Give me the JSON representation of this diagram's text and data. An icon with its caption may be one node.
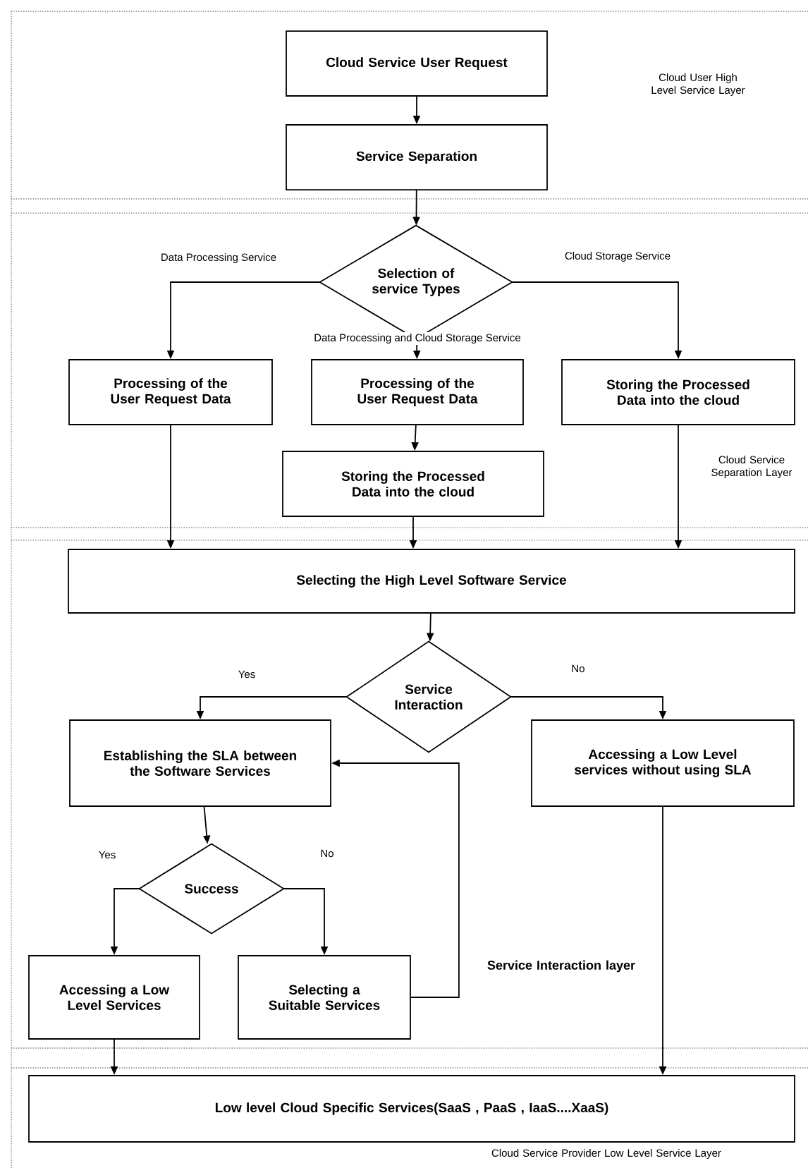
{
  "diagram": {
    "nodes": [
      {
        "text": [
          "Cloud Service User Request"
        ]
      },
      {
        "text": [
          "Service Separation"
        ]
      },
      {
        "text": [
          "Selection of service Types"
        ]
      },
      {
        "text": [
          "Processing of the User Request Data"
        ]
      },
      {
        "text": [
          "Processing of the User Request Data"
        ]
      },
      {
        "text": [
          "Storing the Processed Data into the cloud"
        ]
      },
      {
        "text": [
          "Storing the Processed Data into the cloud"
        ]
      },
      {
        "text": [
          "Selecting  the High Level Software Service"
        ]
      },
      {
        "text": [
          "Service Interaction"
        ]
      },
      {
        "text": [
          "Establishing the SLA between the Software Services"
        ]
      },
      {
        "text": [
          "Accessing a Low Level services without using SLA"
        ]
      },
      {
        "text": [
          "Success"
        ]
      },
      {
        "text": [
          "Accessing a Low Level Services"
        ]
      },
      {
        "text": [
          "Selecting a Suitable Services"
        ]
      },
      {
        "text": [
          "Low level Cloud Specific Services(SaaS , PaaS , IaaS....XaaS)"
        ]
      }
    ],
    "edges": [
      {
        "from": 0,
        "to": 1,
        "arrow": "to"
      },
      {
        "from": 1,
        "to": 2,
        "arrow": "to"
      },
      {
        "from": 2,
        "to": 3,
        "arrow": "to",
        "label": "Data Processing Service"
      },
      {
        "from": 2,
        "to": 4,
        "arrow": "to",
        "label": "Data Processing and Cloud Storage Service"
      },
      {
        "from": 2,
        "to": 5,
        "arrow": "to",
        "label": "Cloud Storage Service"
      },
      {
        "from": 3,
        "to": 7,
        "arrow": "to"
      },
      {
        "from": 4,
        "to": 6,
        "arrow": "to"
      },
      {
        "from": 6,
        "to": 7,
        "arrow": "to"
      },
      {
        "from": 5,
        "to": 7,
        "arrow": "to"
      },
      {
        "from": 7,
        "to": 8,
        "arrow": "to"
      },
      {
        "from": 8,
        "to": 9,
        "arrow": "to",
        "label": "Yes"
      },
      {
        "from": 8,
        "to": 10,
        "arrow": "to",
        "label": "No"
      },
      {
        "from": 9,
        "to": 11,
        "arrow": "to"
      },
      {
        "from": 11,
        "to": 12,
        "arrow": "to",
        "label": "Yes"
      },
      {
        "from": 11,
        "to": 13,
        "arrow": "to",
        "label": "No"
      },
      {
        "from": 13,
        "to": 9,
        "arrow": "to"
      },
      {
        "from": 12,
        "to": 14,
        "arrow": "to"
      },
      {
        "from": 10,
        "to": 14,
        "arrow": "to"
      }
    ],
    "labels": [
      "Cloud User High Level Service Layer",
      "Cloud Service Separation Layer",
      "Service Interaction layer",
      "Cloud Service Provider Low Level Service Layer"
    ]
  }
}
